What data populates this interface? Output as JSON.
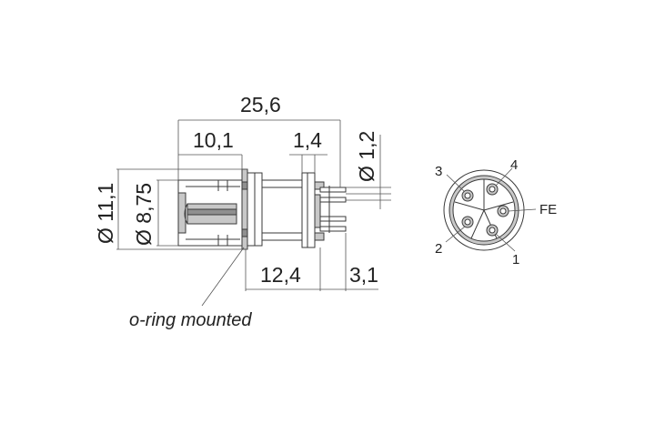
{
  "dimensions": {
    "overall_length": "25,6",
    "front_length": "10,1",
    "flange_thickness": "1,4",
    "pin_diameter": "Ø 1,2",
    "outer_diameter": "Ø 11,1",
    "inner_diameter": "Ø 8,75",
    "rear_length": "12,4",
    "pin_length": "3,1"
  },
  "note": "o-ring mounted",
  "pins": {
    "p1": "1",
    "p2": "2",
    "p3": "3",
    "p4": "4",
    "fe": "FE"
  }
}
